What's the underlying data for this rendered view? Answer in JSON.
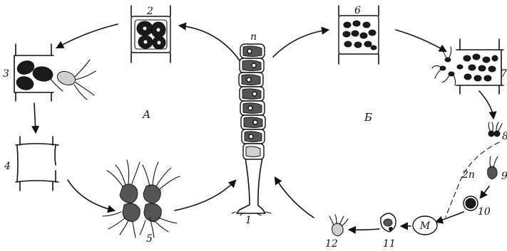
{
  "labels": {
    "n": "п",
    "l1": "1",
    "l2": "2",
    "l3": "3",
    "l4": "4",
    "l5": "5",
    "l6": "6",
    "l7": "7",
    "l8": "8",
    "l9": "9",
    "l10": "10",
    "l11": "11",
    "l12": "12",
    "cycle_a": "А",
    "cycle_b": "Б",
    "gap_label": "2п",
    "meiosis": "М"
  }
}
